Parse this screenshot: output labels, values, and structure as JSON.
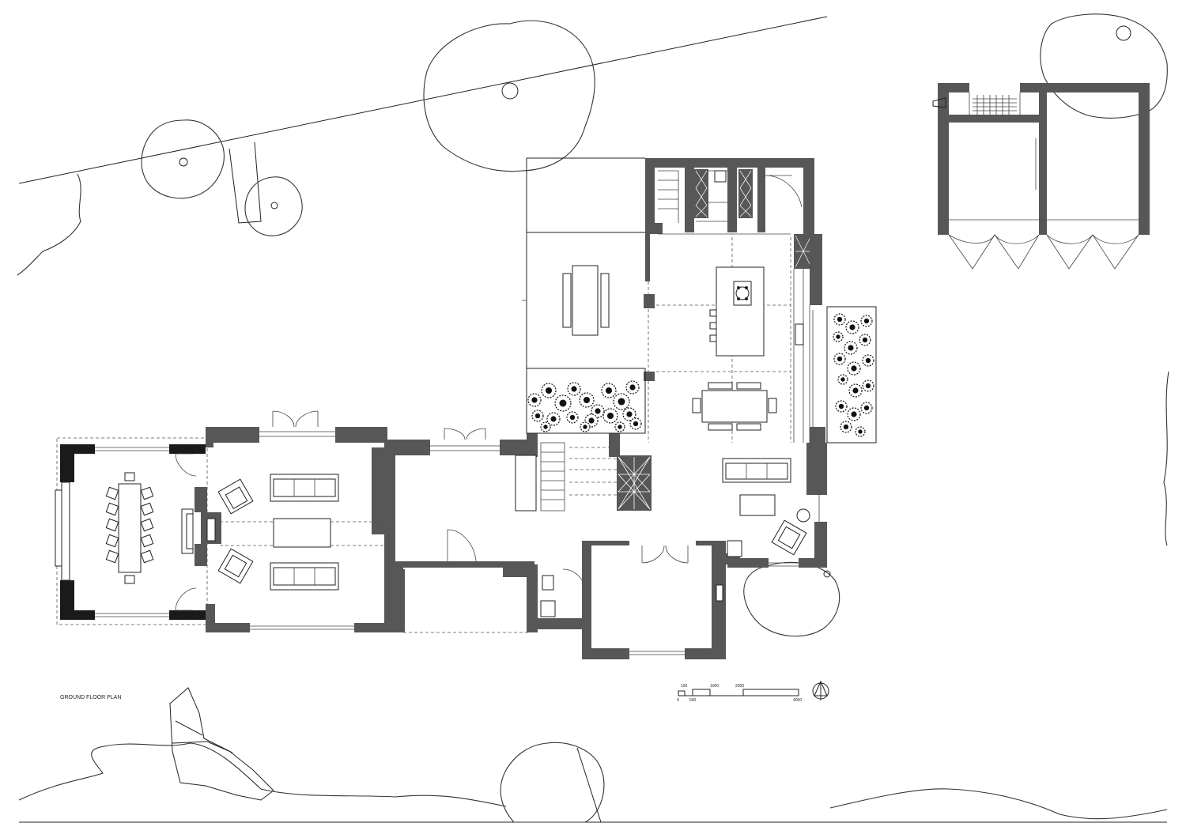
{
  "drawing": {
    "title": "GROUND FLOOR PLAN"
  },
  "scale_bar": {
    "top_labels": [
      "100",
      "1000",
      "2000"
    ],
    "bottom_labels": [
      "0",
      "500",
      "4000"
    ]
  },
  "colors": {
    "wall": "#575757",
    "window_wall": "#1a1a1a",
    "line": "#222222",
    "background": "#ffffff"
  },
  "icons": [
    "north-arrow-icon",
    "tree-icon",
    "planter-icon"
  ]
}
